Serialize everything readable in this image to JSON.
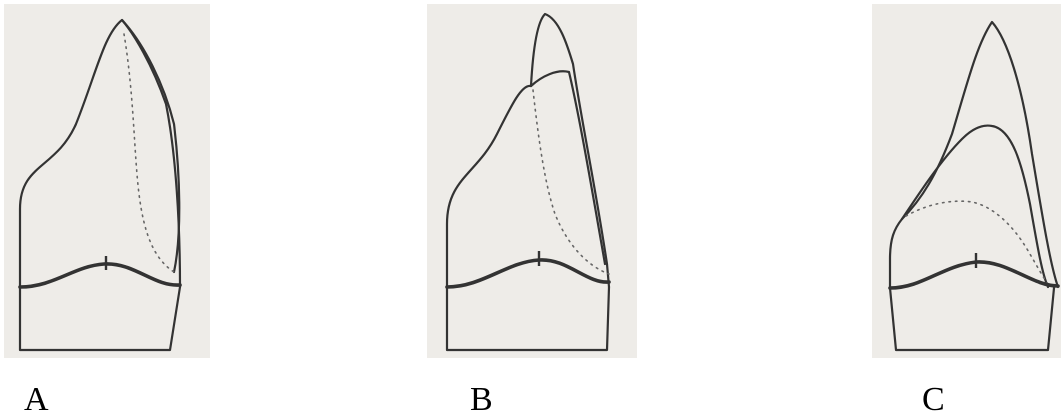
{
  "figures": [
    {
      "id": "a",
      "label": "A"
    },
    {
      "id": "b",
      "label": "B"
    },
    {
      "id": "c",
      "label": "C"
    }
  ]
}
